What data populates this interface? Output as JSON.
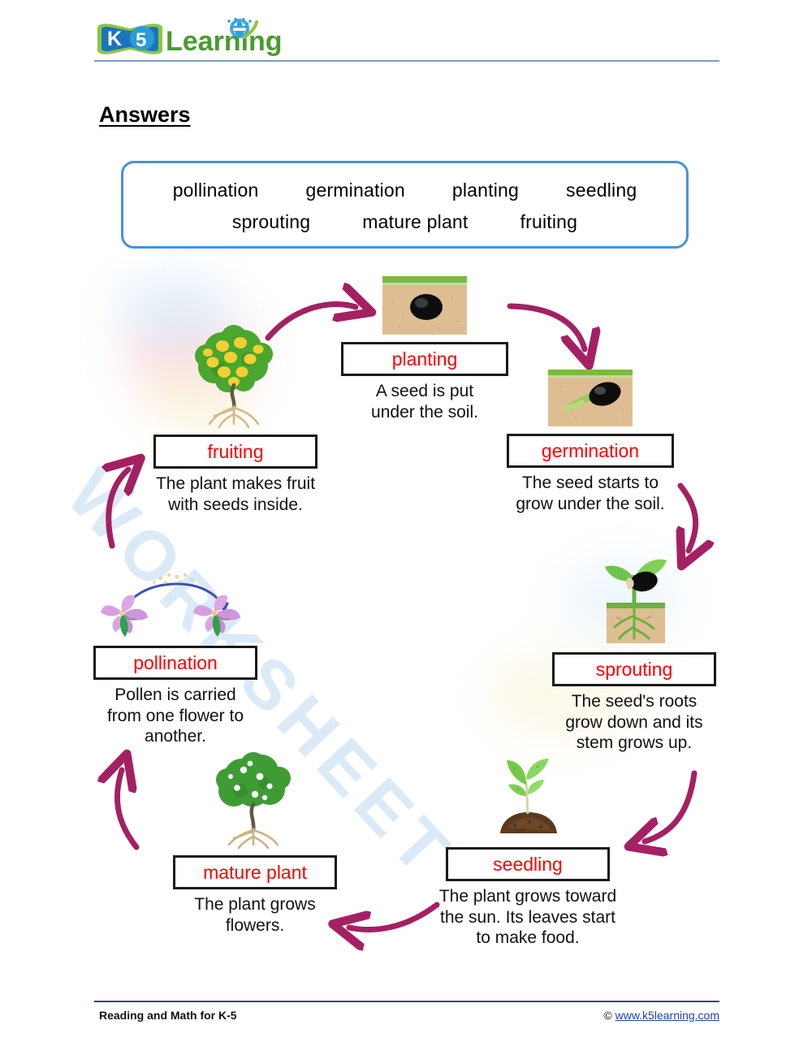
{
  "brand": {
    "logo_k5": "K5",
    "logo_word": "Learning"
  },
  "header": {
    "title": "Answers"
  },
  "word_bank": {
    "row1": [
      "pollination",
      "germination",
      "planting",
      "seedling"
    ],
    "row2": [
      "sprouting",
      "mature plant",
      "fruiting"
    ],
    "border_color": "#4a90d9"
  },
  "cycle": {
    "label_color": "#ff0000",
    "arrow_color": "#a32163",
    "stages": [
      {
        "key": "planting",
        "label": "planting",
        "description": "A seed is put\nunder the soil.",
        "art": "seed-buried-in-soil"
      },
      {
        "key": "germination",
        "label": "germination",
        "description": "The seed starts to\ngrow under the soil.",
        "art": "seed-with-sprouting-root"
      },
      {
        "key": "sprouting",
        "label": "sprouting",
        "description": "The seed's roots\ngrow down and its\nstem grows up.",
        "art": "seedling-with-roots-and-leaves"
      },
      {
        "key": "seedling",
        "label": "seedling",
        "description": "The plant grows toward\nthe sun. Its leaves start\nto make food.",
        "art": "young-plant-in-soil-mound"
      },
      {
        "key": "mature-plant",
        "label": "mature plant",
        "description": "The plant grows\nflowers.",
        "art": "bush-with-white-flowers"
      },
      {
        "key": "pollination",
        "label": "pollination",
        "description": "Pollen is carried\nfrom one flower to\nanother.",
        "art": "two-flowers-with-pollen-arc"
      },
      {
        "key": "fruiting",
        "label": "fruiting",
        "description": "The plant makes fruit\nwith seeds inside.",
        "art": "bush-with-yellow-fruit"
      }
    ]
  },
  "watermark": {
    "text": "WORKSHEET"
  },
  "footer": {
    "left": "Reading and Math for K-5",
    "copyright_symbol": "©",
    "link": "www.k5learning.com"
  }
}
